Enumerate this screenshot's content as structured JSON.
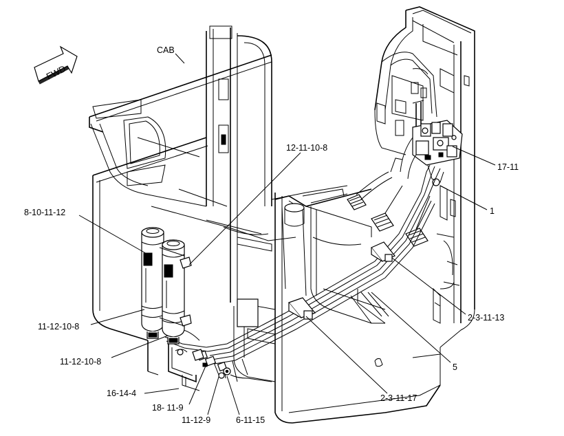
{
  "orientation": {
    "direction_label": "FWD"
  },
  "callouts": {
    "cab": "CAB",
    "c_12_11_10_8": "12-11-10-8",
    "c_8_10_11_12": "8-10-11-12",
    "c_17_11": "17-11",
    "c_1": "1",
    "c_2_3_11_13": "2-3-11-13",
    "c_11_12_10_8_a": "11-12-10-8",
    "c_11_12_10_8_b": "11-12-10-8",
    "c_5": "5",
    "c_16_14_4": "16-14-4",
    "c_18_11_9": "18- 11-9",
    "c_2_3_11_17": "2-3-11-17",
    "c_11_12_9": "11-12-9",
    "c_6_11_15": "6-11-15"
  }
}
